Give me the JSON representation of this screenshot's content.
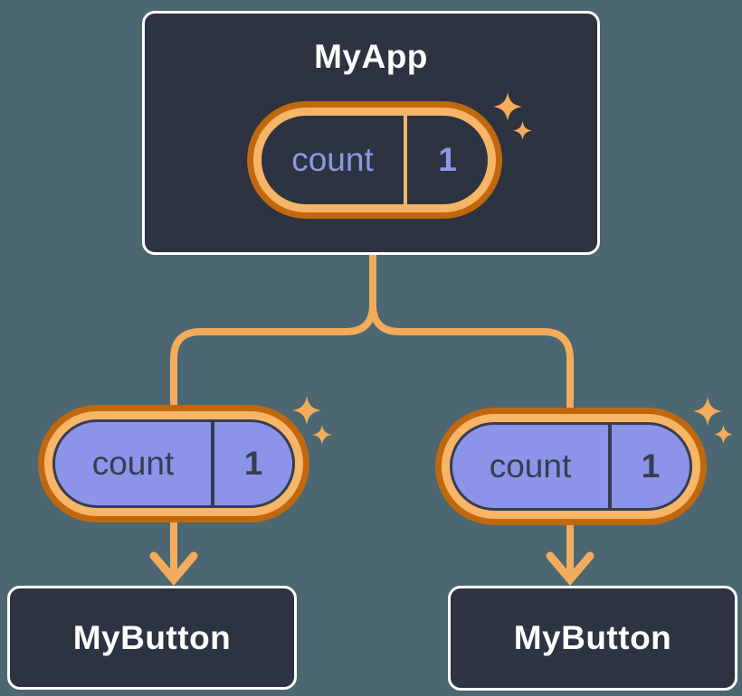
{
  "background_color": "#4C6771",
  "colors": {
    "node_background": "#2D3340",
    "node_border": "#FFFFFF",
    "ring_dark_orange": "#C1680F",
    "ring_light_orange": "#F7B567",
    "connector": "#F2AC5B",
    "sparkle": "#F2AC5B",
    "pill_fill_purple": "#8B94E9",
    "state_text_light": "#8A99E8",
    "state_text_dark": "#363D4F",
    "title_text": "#FFFFFF"
  },
  "tree": {
    "root": {
      "title": "MyApp",
      "state_name": "count",
      "state_value": "1"
    },
    "children": [
      {
        "title": "MyButton",
        "state_name": "count",
        "state_value": "1"
      },
      {
        "title": "MyButton",
        "state_name": "count",
        "state_value": "1"
      }
    ]
  }
}
